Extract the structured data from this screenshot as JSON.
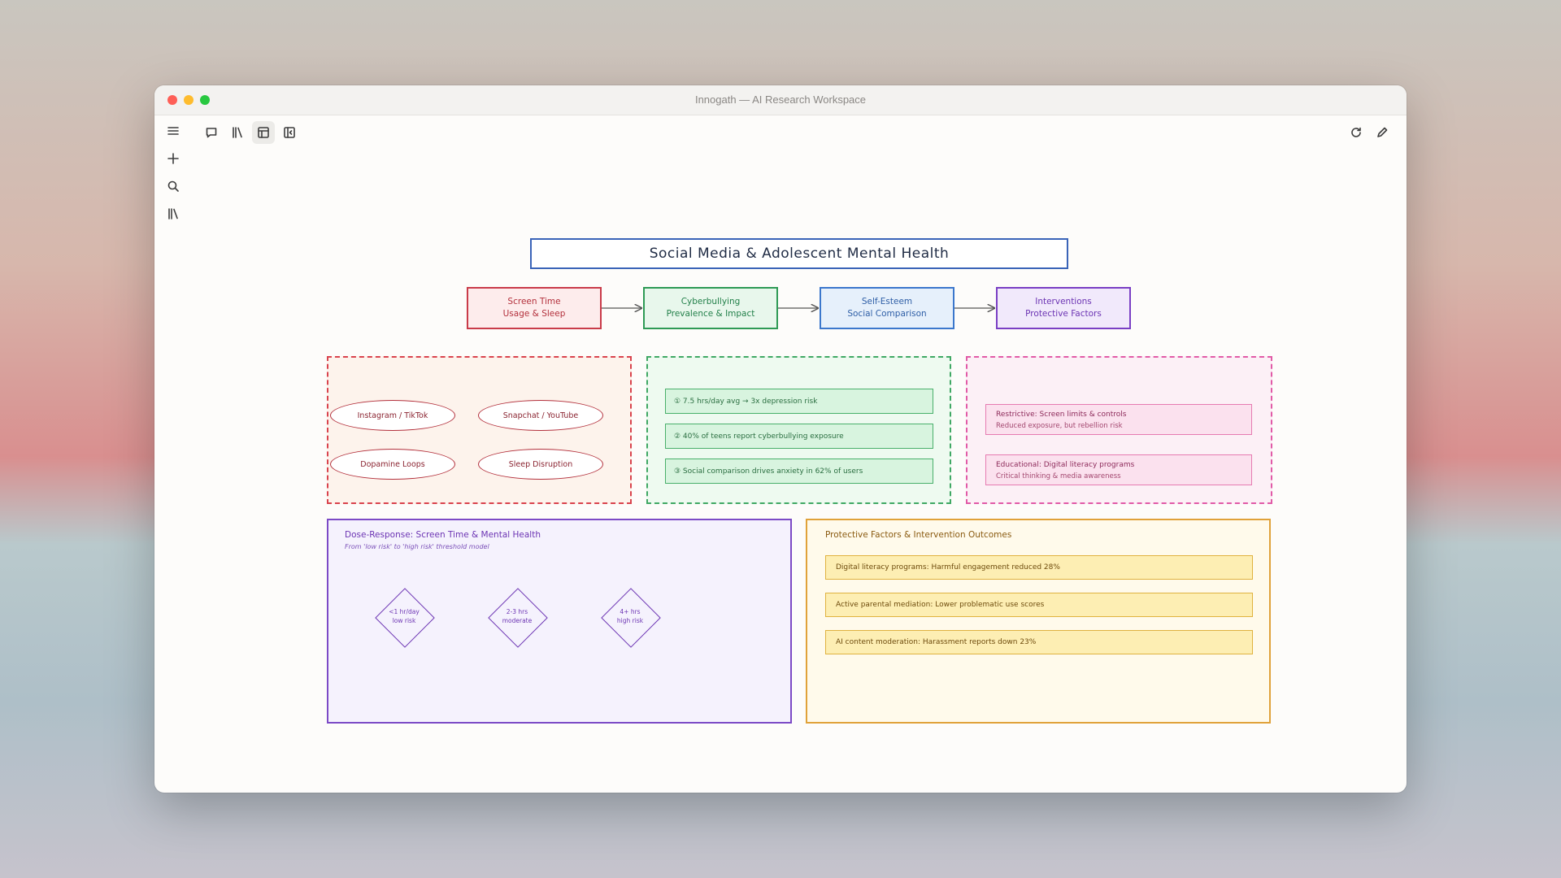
{
  "window": {
    "title": "Innogath — AI Research Workspace"
  },
  "colors": {
    "close": "#fe5f57",
    "minimize": "#febc2e",
    "maximize": "#28c840"
  },
  "sidebar": {
    "icons": [
      "menu-icon",
      "plus-icon",
      "search-icon",
      "library-icon"
    ]
  },
  "toolbar": {
    "icons": [
      "chat-icon",
      "library-icon",
      "layout-icon",
      "panel-icon"
    ]
  },
  "toolbar_right": {
    "icons": [
      "refresh-icon",
      "pencil-icon"
    ]
  },
  "diagram": {
    "title": "Social Media & Adolescent Mental Health",
    "nodes": [
      {
        "title": "Screen Time",
        "subtitle": "Usage & Sleep"
      },
      {
        "title": "Cyberbullying",
        "subtitle": "Prevalence & Impact"
      },
      {
        "title": "Self-Esteem",
        "subtitle": "Social Comparison"
      },
      {
        "title": "Interventions",
        "subtitle": "Protective Factors"
      }
    ],
    "screen_time_ovals": [
      "Instagram / TikTok",
      "Snapchat / YouTube",
      "Dopamine Loops",
      "Sleep Disruption"
    ],
    "stats": [
      "① 7.5 hrs/day avg → 3x depression risk",
      "② 40% of teens report cyberbullying exposure",
      "③ Social comparison drives anxiety in 62% of users"
    ],
    "interventions": [
      {
        "title": "Restrictive: Screen limits & controls",
        "subtitle": "Reduced exposure, but rebellion risk"
      },
      {
        "title": "Educational: Digital literacy programs",
        "subtitle": "Critical thinking & media awareness"
      }
    ],
    "dose_response": {
      "title": "Dose-Response: Screen Time & Mental Health",
      "subtitle": "From 'low risk' to 'high risk' threshold model",
      "stages": [
        {
          "line1": "<1 hr/day",
          "line2": "low risk"
        },
        {
          "line1": "2-3 hrs",
          "line2": "moderate"
        },
        {
          "line1": "4+ hrs",
          "line2": "high risk"
        }
      ]
    },
    "protective": {
      "title": "Protective Factors & Intervention Outcomes",
      "items": [
        "Digital literacy programs: Harmful engagement reduced 28%",
        "Active parental mediation: Lower problematic use scores",
        "AI content moderation: Harassment reports down 23%"
      ]
    }
  }
}
